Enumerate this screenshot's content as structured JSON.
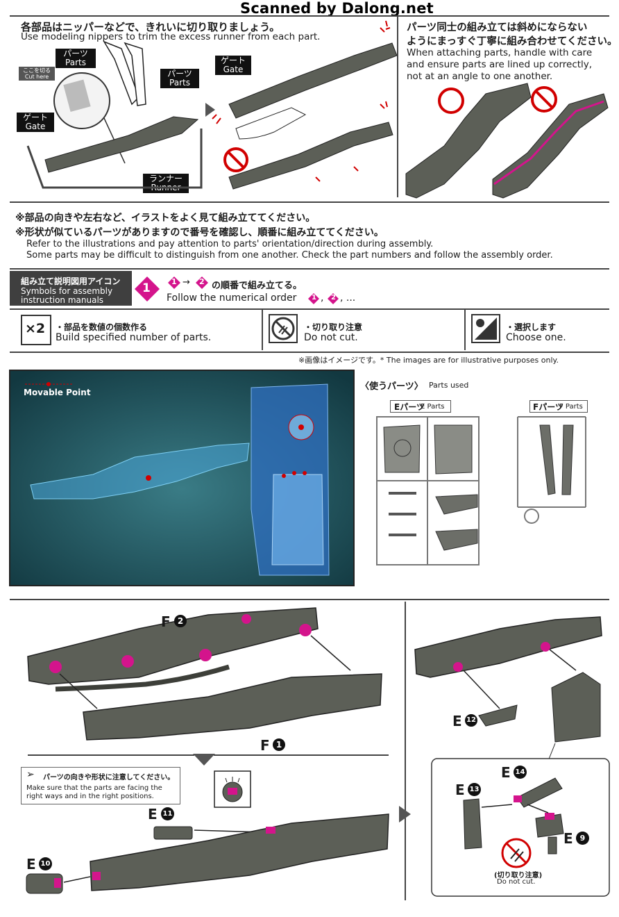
{
  "watermark": "Scanned by Dalong.net",
  "nippers": {
    "jp": "各部品はニッパーなどで、きれいに切り取りましょう。",
    "en": "Use modeling nippers to trim the excess runner from each part.",
    "parts_jp": "パーツ",
    "parts_en": "Parts",
    "parts2_jp": "パーツ",
    "parts2_en": "Parts",
    "cut_jp": "ここを切る",
    "cut_en": "Cut here",
    "gate_jp": "ゲート",
    "gate_en": "Gate",
    "gate2_jp": "ゲート",
    "gate2_en": "Gate",
    "runner_jp": "ランナー",
    "runner_en": "Runner"
  },
  "attach": {
    "jp_line1": "パーツ同士の組み立ては斜めにならない",
    "jp_line2": "ようにまっすぐ丁寧に組み合わせてください。",
    "en_line1": "When attaching parts, handle with care",
    "en_line2": "and ensure parts are lined up correctly,",
    "en_line3": "not at an angle to one another."
  },
  "notes": {
    "jp1": "※部品の向きや左右など、イラストをよく見て組み立ててください。",
    "jp2": "※形状が似ているパーツがありますので番号を確認し、順番に組み立ててください。",
    "en1": "Refer to the illustrations and pay attention to parts' orientation/direction during assembly.",
    "en2": "Some parts may be difficult to distinguish from one another. Check the part numbers and follow the assembly order."
  },
  "symbols": {
    "title_jp": "組み立て説明図用アイコン",
    "title_en1": "Symbols for assembly",
    "title_en2": "instruction manuals",
    "step_num": "1",
    "order_jp": "の順番で組み立てる。",
    "order_en": "Follow the numerical order",
    "order_n1": "1",
    "order_n2": "2",
    "order_tail": ", ...",
    "arrow": "→",
    "x2": "×2",
    "build_jp": "・部品を数値の個数作る",
    "build_en": "Build specified number of parts.",
    "nocut_jp": "・切り取り注意",
    "nocut_en": "Do not cut.",
    "choose_jp": "・選択します",
    "choose_en": "Choose one."
  },
  "image_note": "※画像はイメージです。* The images are for illustrative purposes only.",
  "movable_point": "Movable Point",
  "parts_used": {
    "title_jp": "〈使うパーツ〉",
    "title_en": "Parts used",
    "e_jp": "Eパーツ",
    "e_en": "E Parts",
    "f_jp": "Fパーツ",
    "f_en": "F Parts"
  },
  "assembly": {
    "f2_letter": "F",
    "f2_num": "2",
    "f1_letter": "F",
    "f1_num": "1",
    "e12_letter": "E",
    "e12_num": "12",
    "e11_letter": "E",
    "e11_num": "11",
    "e10_letter": "E",
    "e10_num": "10",
    "e14_letter": "E",
    "e14_num": "14",
    "e13_letter": "E",
    "e13_num": "13",
    "e9_letter": "E",
    "e9_num": "9",
    "caution_jp": "パーツの向きや形状に注意してください。",
    "caution_en1": "Make sure that the parts are facing the",
    "caution_en2": "right ways and in the right positions.",
    "nocut_jp": "(切り取り注意)",
    "nocut_en": "Do not cut."
  },
  "colors": {
    "accent": "#d4148c",
    "part_gray": "#5c5f57",
    "panel_teal": "#1b4d57",
    "header_dark": "#3f3f3f"
  }
}
